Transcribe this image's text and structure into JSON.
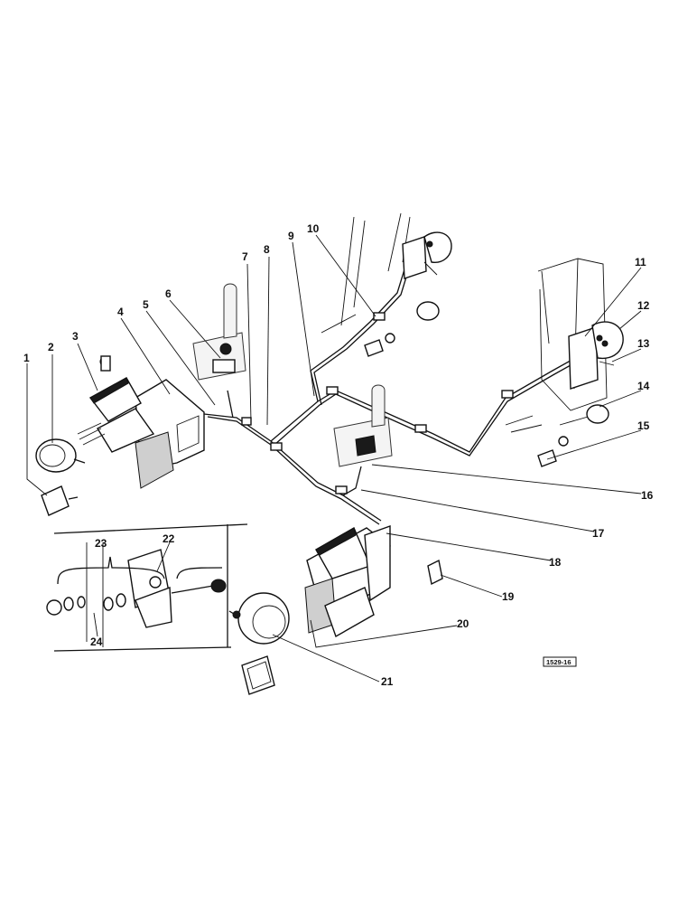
{
  "callouts": [
    "1",
    "2",
    "3",
    "4",
    "5",
    "6",
    "7",
    "8",
    "9",
    "10",
    "11",
    "12",
    "13",
    "14",
    "15",
    "16",
    "17",
    "18",
    "19",
    "20",
    "21",
    "22",
    "23",
    "24"
  ],
  "figure_ref": "1529-16"
}
